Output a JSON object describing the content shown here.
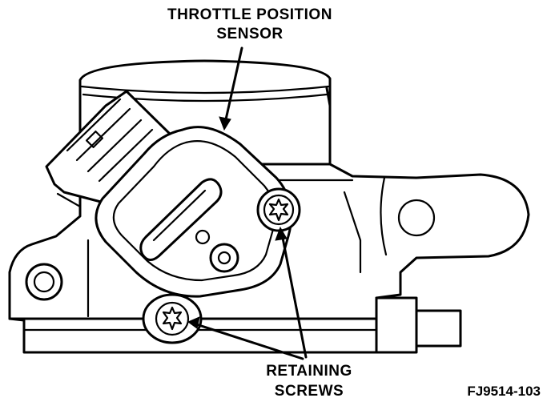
{
  "labels": {
    "tps_line1": "THROTTLE POSITION",
    "tps_line2": "SENSOR",
    "screws_line1": "RETAINING",
    "screws_line2": "SCREWS",
    "figure_id": "FJ9514-103"
  }
}
